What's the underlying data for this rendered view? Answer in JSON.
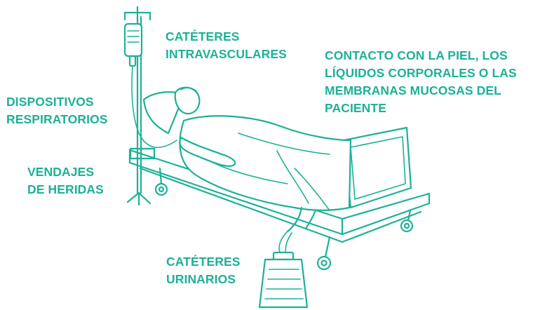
{
  "labels": {
    "cateteres_intravasculares": "CATÉTERES\nINTRAVASCULARES",
    "contacto_piel": "CONTACTO CON LA PIEL, LOS\nLÍQUIDOS CORPORALES O LAS\nMEMBRANAS MUCOSAS DEL\nPACIENTE",
    "dispositivos_respiratorios": "DISPOSITIVOS\nRESPIRATORIOS",
    "vendajes_heridas": "VENDAJES\nDE HERIDAS",
    "cateteres_urinarios": "CATÉTERES\nURINARIOS"
  },
  "colors": {
    "accent": "#1db197",
    "background": "#ffffff"
  },
  "icons": [
    "iv-stand-icon",
    "patient-bed-icon",
    "urine-bag-icon"
  ]
}
